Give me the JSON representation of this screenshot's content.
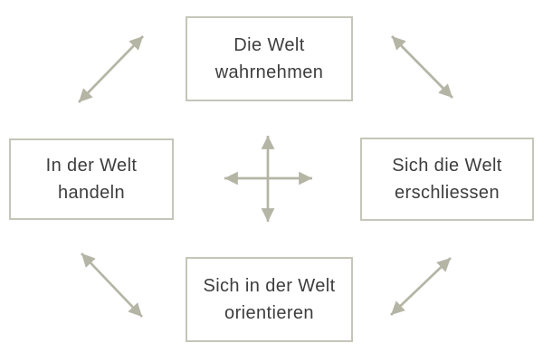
{
  "boxes": {
    "top": {
      "label": "Die Welt wahrnehmen",
      "lines": [
        "Die Welt",
        "wahrnehmen"
      ]
    },
    "left": {
      "label": "In der Welt handeln",
      "lines": [
        "In der Welt",
        "handeln"
      ]
    },
    "right": {
      "label": "Sich die Welt erschliessen",
      "lines": [
        "Sich die Welt",
        "erschliessen"
      ]
    },
    "bottom": {
      "label": "Sich in der Welt orientieren",
      "lines": [
        "Sich in der Welt",
        "orientieren"
      ]
    }
  },
  "arrows": {
    "center": "four-way-arrow",
    "top_left": "diagonal-double-arrow",
    "top_right": "diagonal-double-arrow",
    "bottom_left": "diagonal-double-arrow",
    "bottom_right": "diagonal-double-arrow"
  },
  "colors": {
    "arrow": "#b5b5a6",
    "box_border": "#c5c5b9",
    "box_background": "#ffffff",
    "text": "#3d3d3d",
    "page_background": "#ffffff"
  }
}
